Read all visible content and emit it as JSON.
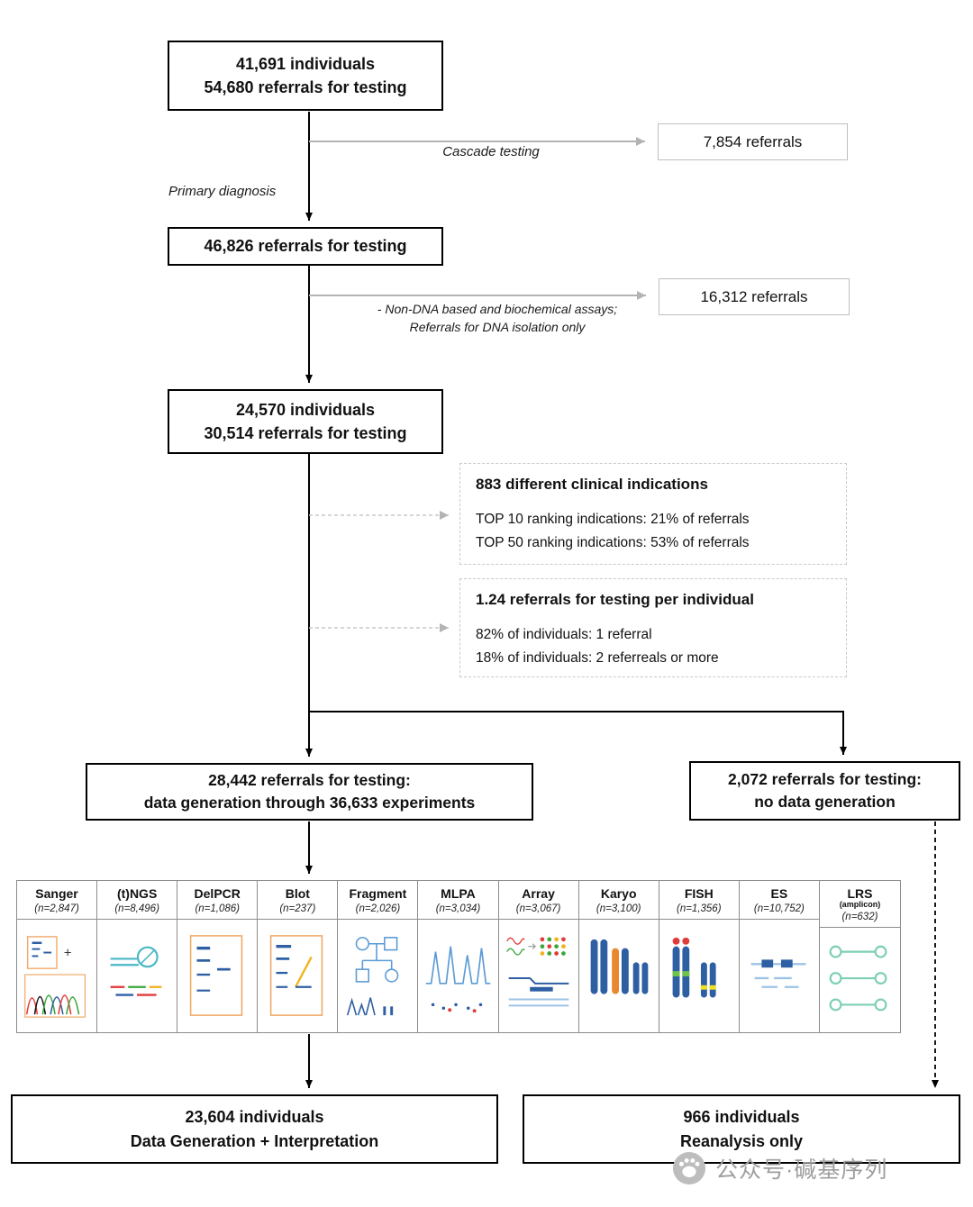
{
  "flow": {
    "box1": {
      "line1": "41,691 individuals",
      "line2": "54,680 referrals for testing"
    },
    "cascade_label": "Cascade testing",
    "cascade_box": "7,854 referrals",
    "primary_label": "Primary diagnosis",
    "box2": {
      "line1": "46,826 referrals for testing"
    },
    "exclusion_label_line1": "- Non-DNA based and biochemical assays;",
    "exclusion_label_line2": "Referrals for DNA isolation only",
    "exclusion_box": "16,312 referrals",
    "box3": {
      "line1": "24,570 individuals",
      "line2": "30,514 referrals for testing"
    },
    "info1": {
      "title": "883 different clinical indications",
      "line1": "TOP 10 ranking indications: 21% of referrals",
      "line2": "TOP 50 ranking indications: 53% of referrals"
    },
    "info2": {
      "title": "1.24 referrals for testing per individual",
      "line1": "82% of individuals: 1 referral",
      "line2": "18% of individuals: 2 referreals or more"
    },
    "box4": {
      "line1": "28,442 referrals for testing:",
      "line2": "data generation through 36,633 experiments"
    },
    "box5": {
      "line1": "2,072 referrals for testing:",
      "line2": "no data generation"
    },
    "box6": {
      "line1": "23,604 individuals",
      "line2": "Data Generation + Interpretation"
    },
    "box7": {
      "line1": "966 individuals",
      "line2": "Reanalysis only"
    }
  },
  "methods": [
    {
      "id": "sanger",
      "name": "Sanger",
      "n": "(n=2,847)",
      "icon": "sanger-icon"
    },
    {
      "id": "tngs",
      "name": "(t)NGS",
      "n": "(n=8,496)",
      "icon": "ngs-icon"
    },
    {
      "id": "delpcr",
      "name": "DelPCR",
      "n": "(n=1,086)",
      "icon": "delpcr-icon"
    },
    {
      "id": "blot",
      "name": "Blot",
      "n": "(n=237)",
      "icon": "blot-icon"
    },
    {
      "id": "fragment",
      "name": "Fragment",
      "n": "(n=2,026)",
      "icon": "fragment-icon"
    },
    {
      "id": "mlpa",
      "name": "MLPA",
      "n": "(n=3,034)",
      "icon": "mlpa-icon"
    },
    {
      "id": "array",
      "name": "Array",
      "n": "(n=3,067)",
      "icon": "array-icon"
    },
    {
      "id": "karyo",
      "name": "Karyo",
      "n": "(n=3,100)",
      "icon": "karyo-icon"
    },
    {
      "id": "fish",
      "name": "FISH",
      "n": "(n=1,356)",
      "icon": "fish-icon"
    },
    {
      "id": "es",
      "name": "ES",
      "n": "(n=10,752)",
      "icon": "es-icon"
    },
    {
      "id": "lrs",
      "name": "LRS",
      "sub": "(amplicon)",
      "n": "(n=632)",
      "icon": "lrs-icon"
    }
  ],
  "watermark": {
    "text": "公众号·碱基序列"
  },
  "colors": {
    "box_border": "#000000",
    "gray_box_border": "#bfbfbf",
    "dashed_border": "#c9c9c9",
    "gray_arrow": "#b3b3b3",
    "black_arrow": "#000000",
    "icon_blue": "#2e5fa3",
    "icon_orange": "#f0a868",
    "icon_red": "#e23b3b",
    "icon_green": "#3aa63a",
    "icon_teal": "#49b8c4"
  }
}
